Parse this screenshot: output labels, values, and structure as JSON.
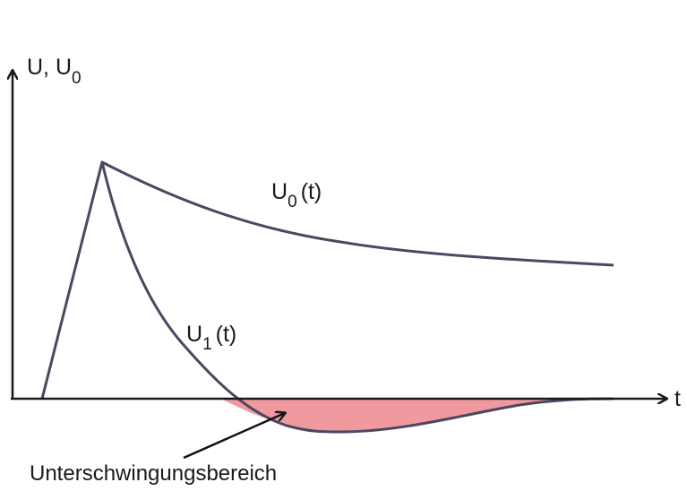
{
  "diagram": {
    "y_axis_label": {
      "main": "U, U",
      "subscript": "0"
    },
    "x_axis_label": "t",
    "curve_u0_label": {
      "main": "U",
      "subscript": "0",
      "suffix": "(t)"
    },
    "curve_u1_label": {
      "main": "U",
      "subscript": "1",
      "suffix": "(t)"
    },
    "region_label": "Unterschwingungsbereich",
    "colors": {
      "curve": "#4a4760",
      "axis": "#1a1a1a",
      "region_fill": "#f09aa0",
      "annotation_line": "#111111"
    }
  }
}
